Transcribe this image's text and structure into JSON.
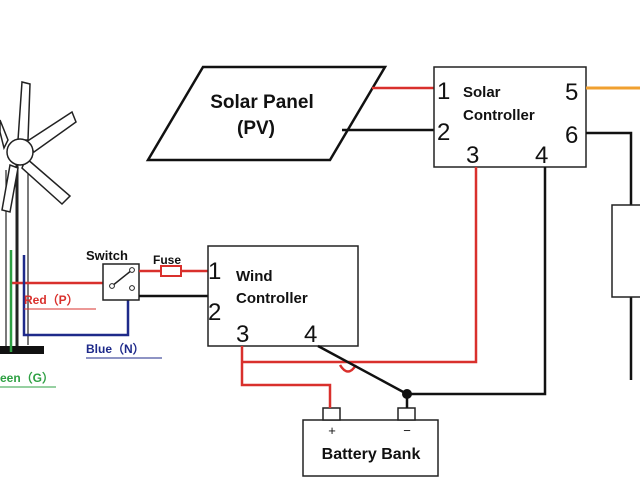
{
  "solar_panel": {
    "line1": "Solar Panel",
    "line2": "(PV)"
  },
  "solar_controller": {
    "line1": "Solar",
    "line2": "Controller",
    "terminals": [
      "1",
      "2",
      "3",
      "4",
      "5",
      "6"
    ]
  },
  "wind_controller": {
    "line1": "Wind",
    "line2": "Controller",
    "terminals": [
      "1",
      "2",
      "3",
      "4"
    ]
  },
  "battery": {
    "label": "Battery Bank",
    "plus": "+",
    "minus": "−"
  },
  "switch_label": "Switch",
  "fuse_label": "Fuse",
  "wires": {
    "red": "Red（P）",
    "blue": "Blue（N）",
    "green": "een（G）"
  },
  "colors": {
    "red": "#d9302c",
    "black": "#111111",
    "blue": "#1e2a8a",
    "green": "#2ea043",
    "orange": "#f0a030"
  }
}
